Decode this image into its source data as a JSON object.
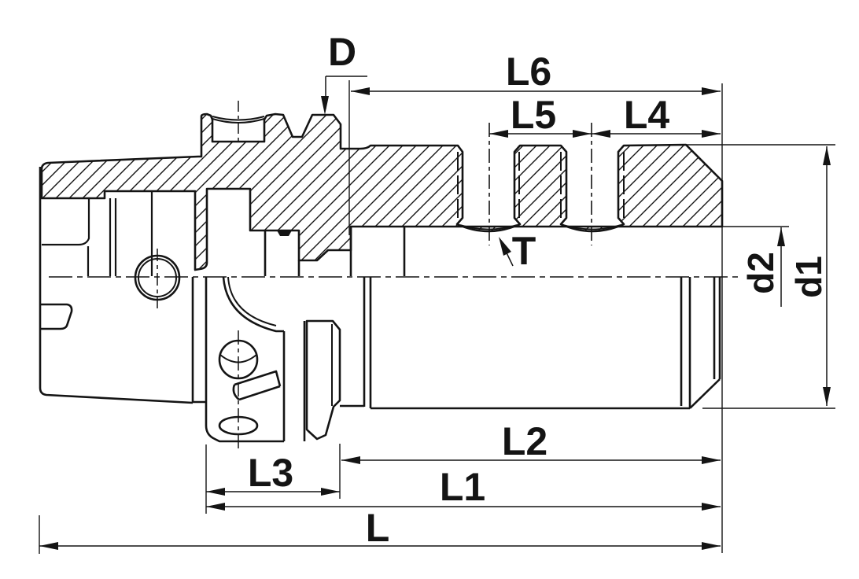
{
  "drawing": {
    "background": "#ffffff",
    "ink": "#141414",
    "dimensions": {
      "d": "D",
      "l6": "L6",
      "l5": "L5",
      "l4": "L4",
      "t": "T",
      "d2": "d2",
      "d1": "d1",
      "l3": "L3",
      "l2": "L2",
      "l1": "L1",
      "l": "L"
    }
  }
}
